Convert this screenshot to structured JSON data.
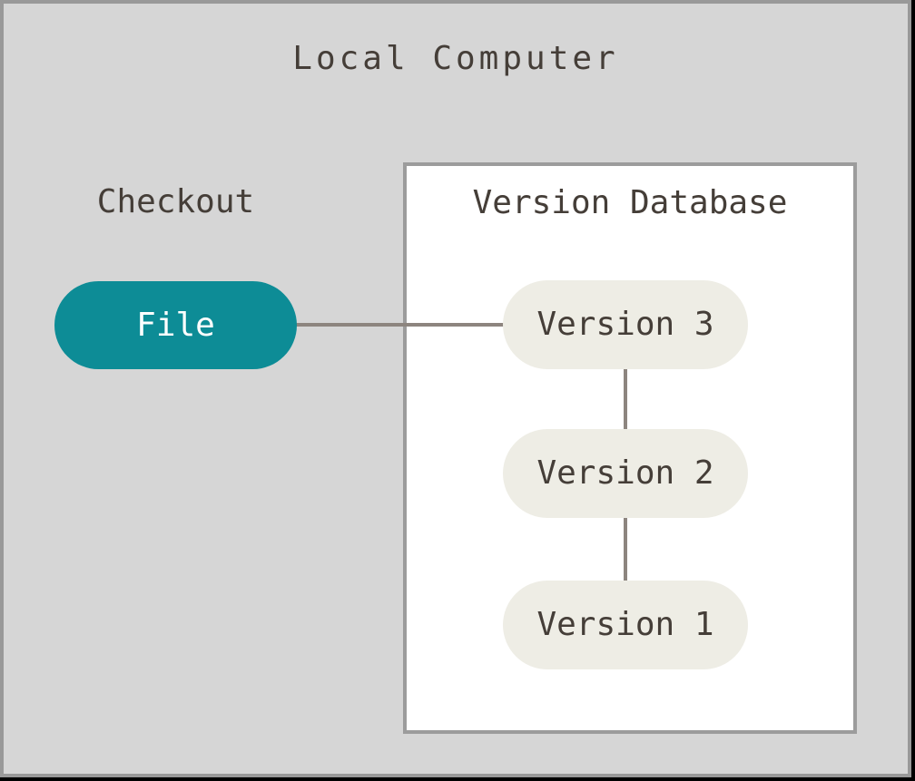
{
  "diagram": {
    "title": "Local Computer",
    "checkout": {
      "label": "Checkout",
      "file_node": {
        "label": "File"
      }
    },
    "version_database": {
      "title": "Version Database",
      "versions": [
        {
          "label": "Version 3"
        },
        {
          "label": "Version 2"
        },
        {
          "label": "Version 1"
        }
      ]
    },
    "connections": [
      {
        "from": "File",
        "to": "Version 3"
      },
      {
        "from": "Version 3",
        "to": "Version 2"
      },
      {
        "from": "Version 2",
        "to": "Version 1"
      }
    ],
    "colors": {
      "canvas_background": "#d6d6d6",
      "frame_border": "#999999",
      "outer_frame": "#000000",
      "file_node_fill": "#0d8c96",
      "file_node_text": "#ffffff",
      "version_node_fill": "#eeede5",
      "text_dark": "#453e38",
      "database_box_fill": "#ffffff",
      "database_box_border": "#9c9c9c",
      "connector_line": "#8d857f"
    }
  }
}
